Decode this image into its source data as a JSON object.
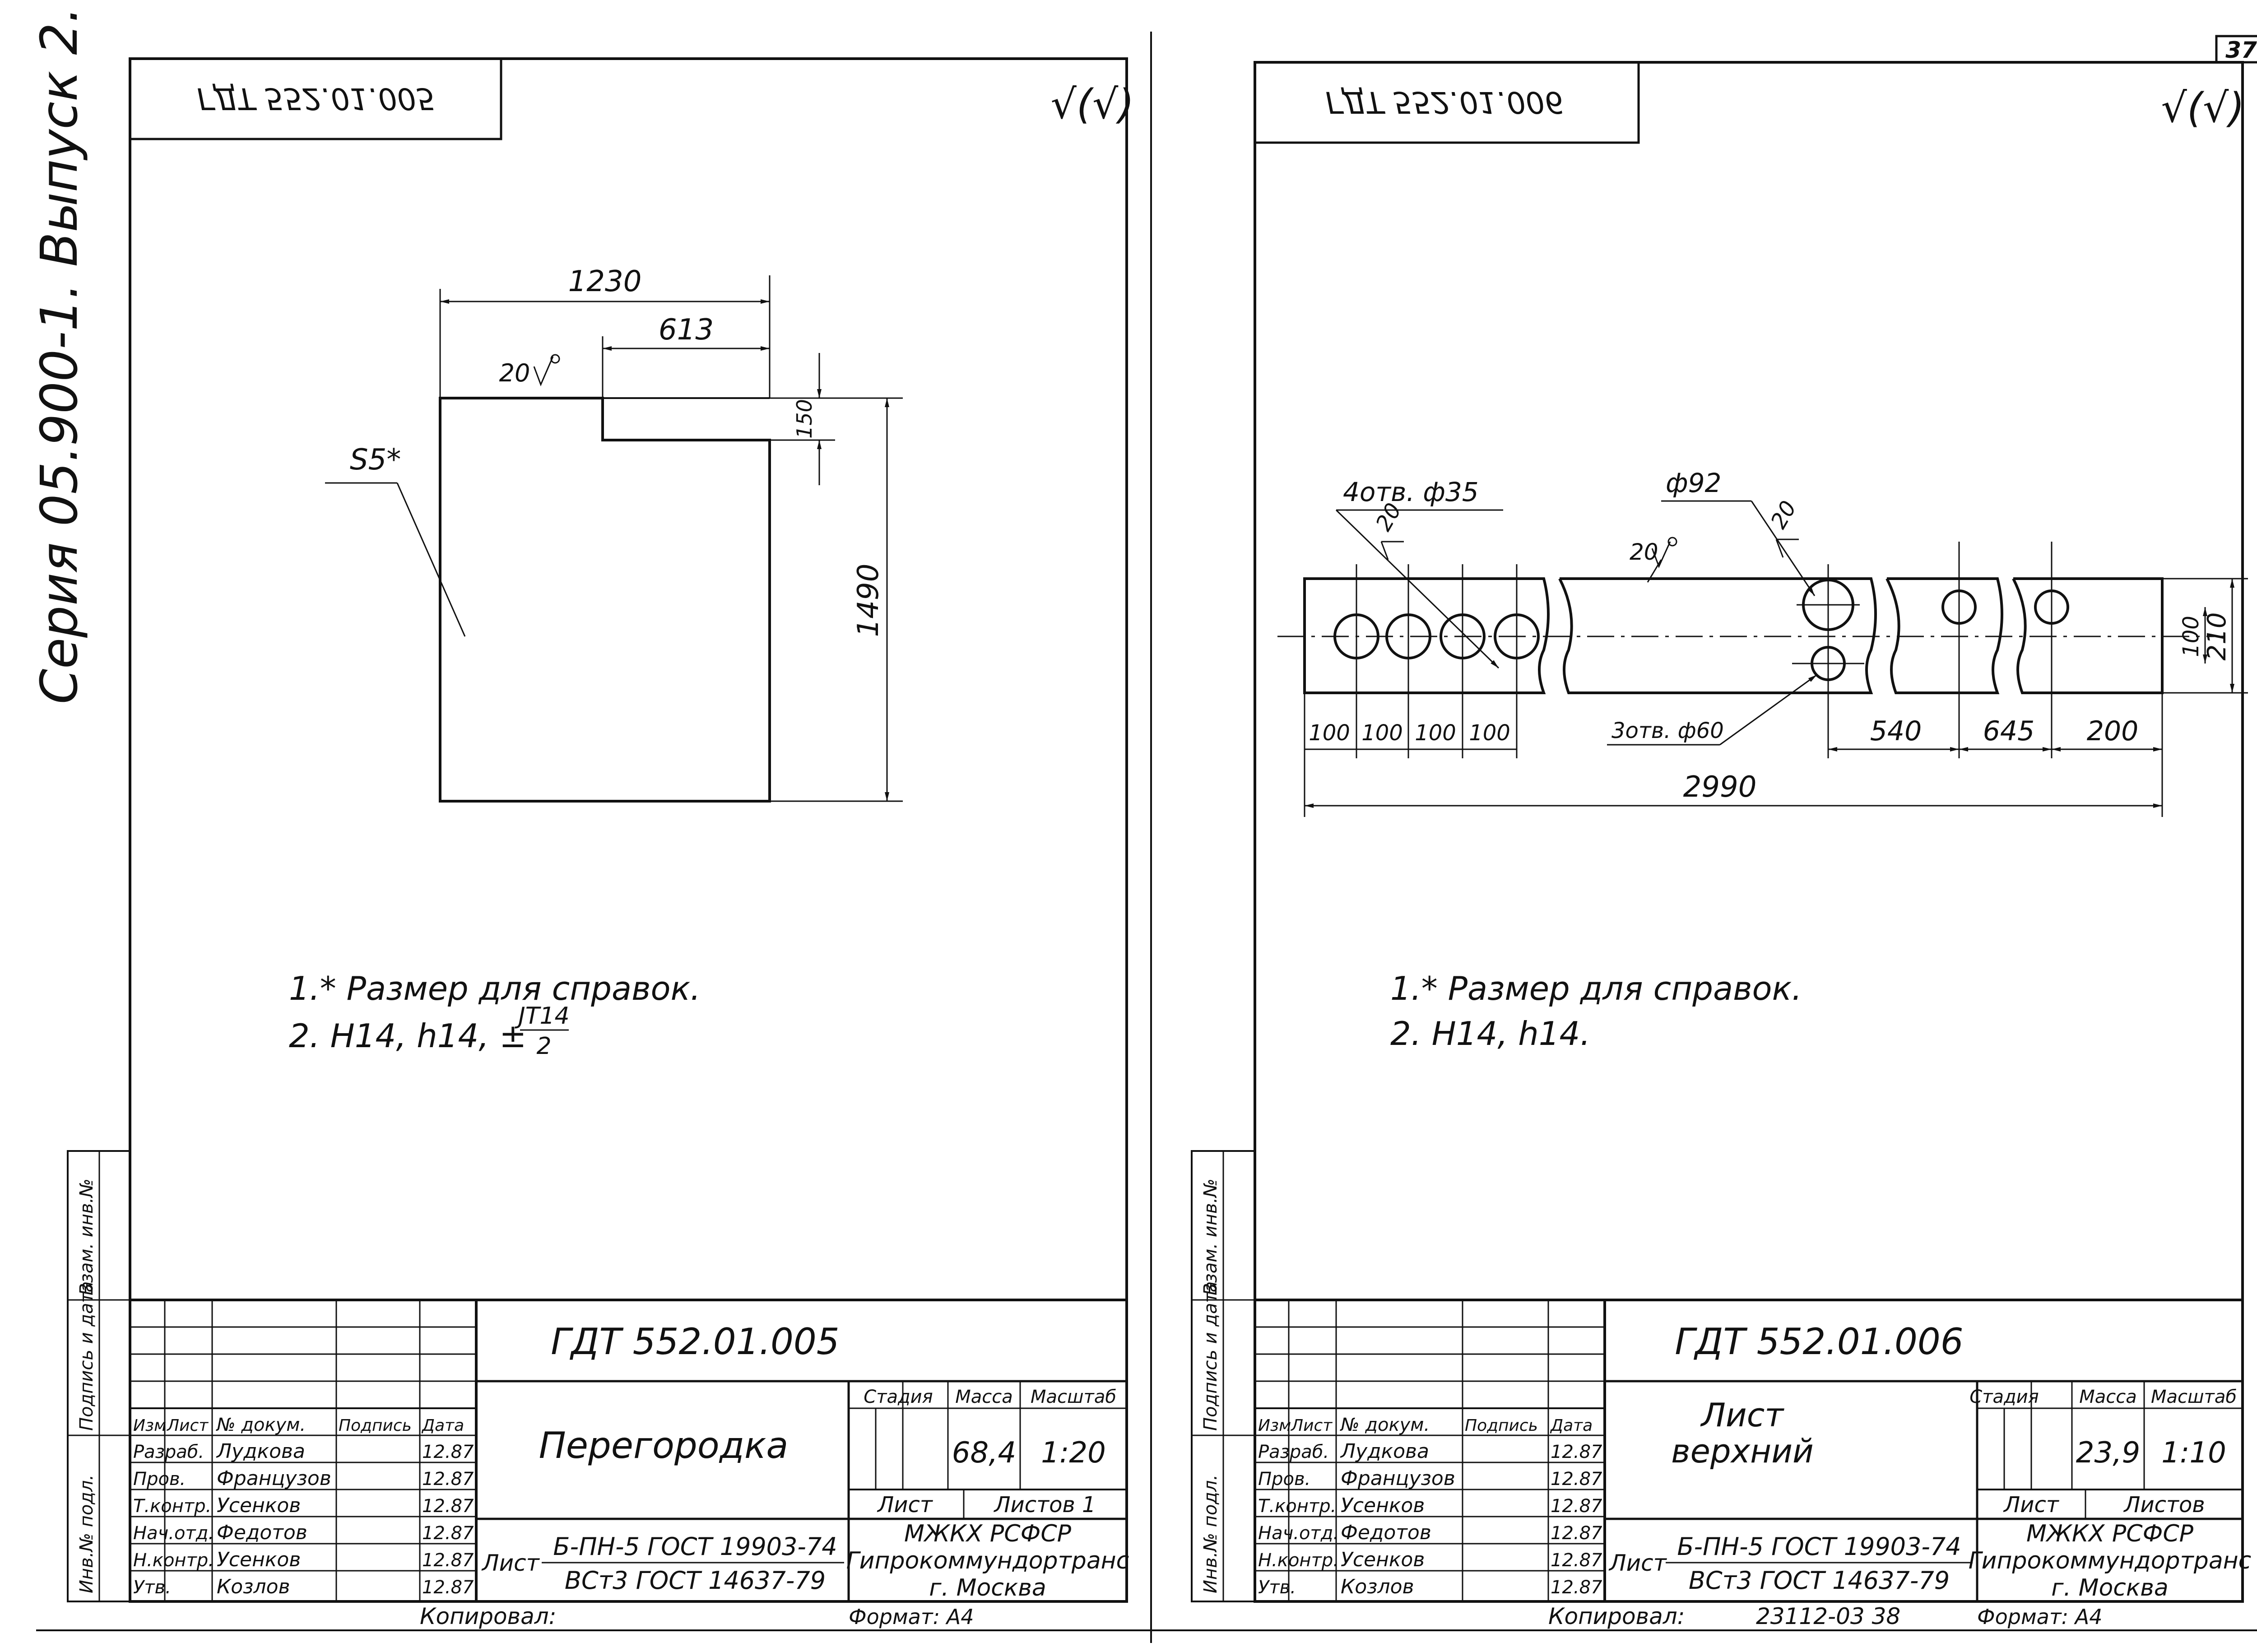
{
  "page_number": "37",
  "series_title": "Серия 05.900-1. Выпуск 2.",
  "left": {
    "stamp_mirrored": "ГДТ 552.01.005",
    "roughness": "√(√)",
    "dims": {
      "width": "1230",
      "offset": "613",
      "notch": "150",
      "height": "1490",
      "rough": "20"
    },
    "part_label": "S5*",
    "notes": {
      "n1": "1.* Размер для справок.",
      "n2": "2. H14, h14, ±",
      "frac_num": "JT14",
      "frac_den": "2"
    },
    "title_block": {
      "code": "ГДТ 552.01.005",
      "name": "Перегородка",
      "hdr": [
        "Изм",
        "Лист",
        "№ докум.",
        "Подпись",
        "Дата"
      ],
      "rows": [
        {
          "role": "Разраб.",
          "name": "Лудкова",
          "date": "12.87"
        },
        {
          "role": "Пров.",
          "name": "Французов",
          "date": "12.87"
        },
        {
          "role": "Т.контр.",
          "name": "Усенков",
          "date": "12.87"
        },
        {
          "role": "Нач.отд.",
          "name": "Федотов",
          "date": "12.87"
        },
        {
          "role": "Н.контр.",
          "name": "Усенков",
          "date": "12.87"
        },
        {
          "role": "Утв.",
          "name": "Козлов",
          "date": "12.87"
        }
      ],
      "stage": "Стадия",
      "mass": "Масса",
      "scale": "Масштаб",
      "mass_val": "68,4",
      "scale_val": "1:20",
      "sheet": "Лист",
      "sheets": "Листов 1",
      "org1": "МЖКХ     РСФСР",
      "org2": "Гипрокоммундортранс",
      "org3": "г. Москва",
      "mat_label": "Лист",
      "mat1": "Б-ПН-5 ГОСТ 19903-74",
      "mat2": "ВСт3 ГОСТ 14637-79"
    },
    "side_labels": [
      "Инв.№ подл.",
      "Подпись и дата",
      "Взам. инв.№"
    ],
    "copied": "Копировал:",
    "format": "Формат: А4"
  },
  "right": {
    "stamp_mirrored": "ГДТ 552.01.006",
    "roughness": "√(√)",
    "labels": {
      "holes4": "4отв. ф35",
      "hole92": "ф92",
      "holes3": "3отв. ф60",
      "r20a": "20",
      "r20b": "20",
      "r20c": "20"
    },
    "dims": {
      "p1": "100",
      "p2": "100",
      "p3": "100",
      "p4": "100",
      "d540": "540",
      "d645": "645",
      "d200": "200",
      "d2990": "2990",
      "h100": "100",
      "h210": "210"
    },
    "notes": {
      "n1": "1.* Размер для справок.",
      "n2": "2. H14, h14."
    },
    "title_block": {
      "code": "ГДТ 552.01.006",
      "name1": "Лист",
      "name2": "верхний",
      "hdr": [
        "Изм",
        "Лист",
        "№ докум.",
        "Подпись",
        "Дата"
      ],
      "rows": [
        {
          "role": "Разраб.",
          "name": "Лудкова",
          "date": "12.87"
        },
        {
          "role": "Пров.",
          "name": "Французов",
          "date": "12.87"
        },
        {
          "role": "Т.контр.",
          "name": "Усенков",
          "date": "12.87"
        },
        {
          "role": "Нач.отд.",
          "name": "Федотов",
          "date": "12.87"
        },
        {
          "role": "Н.контр.",
          "name": "Усенков",
          "date": "12.87"
        },
        {
          "role": "Утв.",
          "name": "Козлов",
          "date": "12.87"
        }
      ],
      "stage": "Стадия",
      "mass": "Масса",
      "scale": "Масштаб",
      "mass_val": "23,9",
      "scale_val": "1:10",
      "sheet": "Лист",
      "sheets": "Листов",
      "org1": "МЖКХ     РСФСР",
      "org2": "Гипрокоммундортранс",
      "org3": "г. Москва",
      "mat_label": "Лист",
      "mat1": "Б-ПН-5 ГОСТ 19903-74",
      "mat2": "ВСт3 ГОСТ 14637-79"
    },
    "side_labels": [
      "Инв.№ подл.",
      "Подпись и дата",
      "Взам. инв.№"
    ],
    "copied": "Копировал:",
    "order": "23112-03   38",
    "format": "Формат: А4"
  }
}
